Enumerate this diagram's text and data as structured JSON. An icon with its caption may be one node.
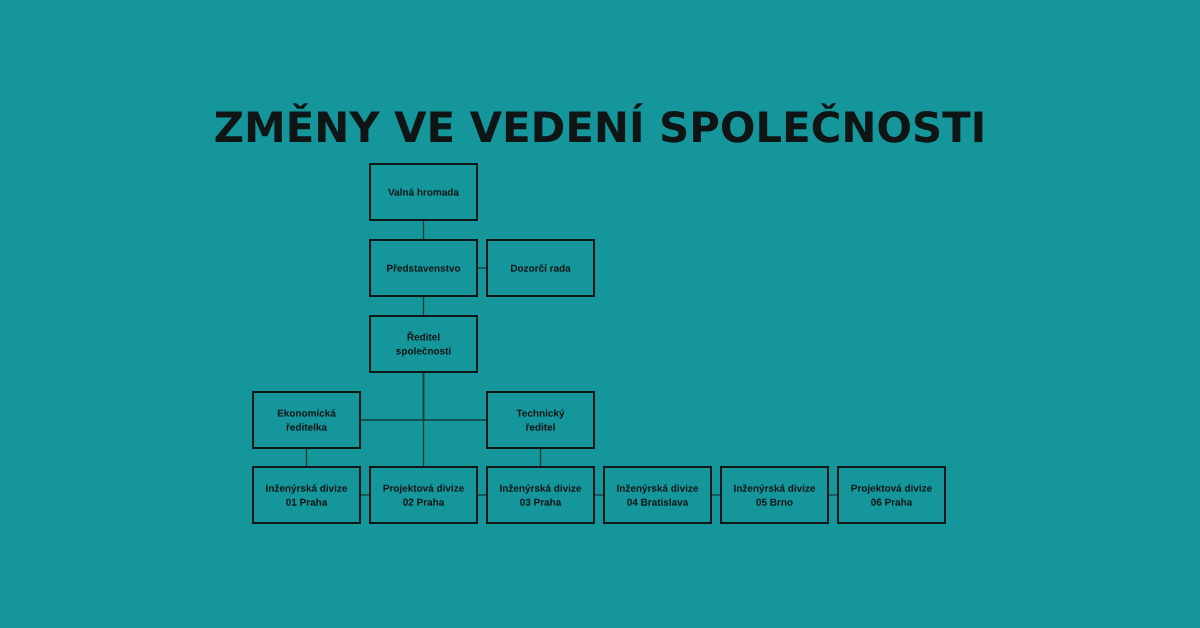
{
  "diagram": {
    "title": "ZMĚNY VE VEDENÍ SPOLEČNOSTI",
    "nodes": [
      {
        "text": [
          "Valná hromada"
        ]
      },
      {
        "text": [
          "Představenstvo"
        ]
      },
      {
        "text": [
          "Dozorčí rada"
        ]
      },
      {
        "text": [
          "Ředitel společnosti"
        ]
      },
      {
        "text": [
          "Ekonomická ředitelka"
        ]
      },
      {
        "text": [
          "Technický ředitel"
        ]
      },
      {
        "text": [
          "Inženýrská divize 01 Praha"
        ]
      },
      {
        "text": [
          "Projektová divize 02 Praha"
        ]
      },
      {
        "text": [
          "Inženýrská divize 03 Praha"
        ]
      },
      {
        "text": [
          "Inženýrská divize 04 Bratislava"
        ]
      },
      {
        "text": [
          "Inženýrská divize 05 Brno"
        ]
      },
      {
        "text": [
          "Projektová divize 06 Praha"
        ]
      }
    ],
    "edges": [
      {
        "from": 0,
        "to": 1,
        "arrow": "none"
      },
      {
        "from": 1,
        "to": 2,
        "arrow": "none"
      },
      {
        "from": 1,
        "to": 3,
        "arrow": "none"
      },
      {
        "from": 3,
        "to": 4,
        "arrow": "none"
      },
      {
        "from": 3,
        "to": 5,
        "arrow": "none"
      },
      {
        "from": 3,
        "to": 7,
        "arrow": "none"
      },
      {
        "from": 4,
        "to": 6,
        "arrow": "none"
      },
      {
        "from": 5,
        "to": 8,
        "arrow": "none"
      },
      {
        "from": 6,
        "to": 7,
        "arrow": "none"
      },
      {
        "from": 7,
        "to": 8,
        "arrow": "none"
      },
      {
        "from": 8,
        "to": 9,
        "arrow": "none"
      },
      {
        "from": 9,
        "to": 10,
        "arrow": "none"
      },
      {
        "from": 10,
        "to": 11,
        "arrow": "none"
      }
    ]
  }
}
